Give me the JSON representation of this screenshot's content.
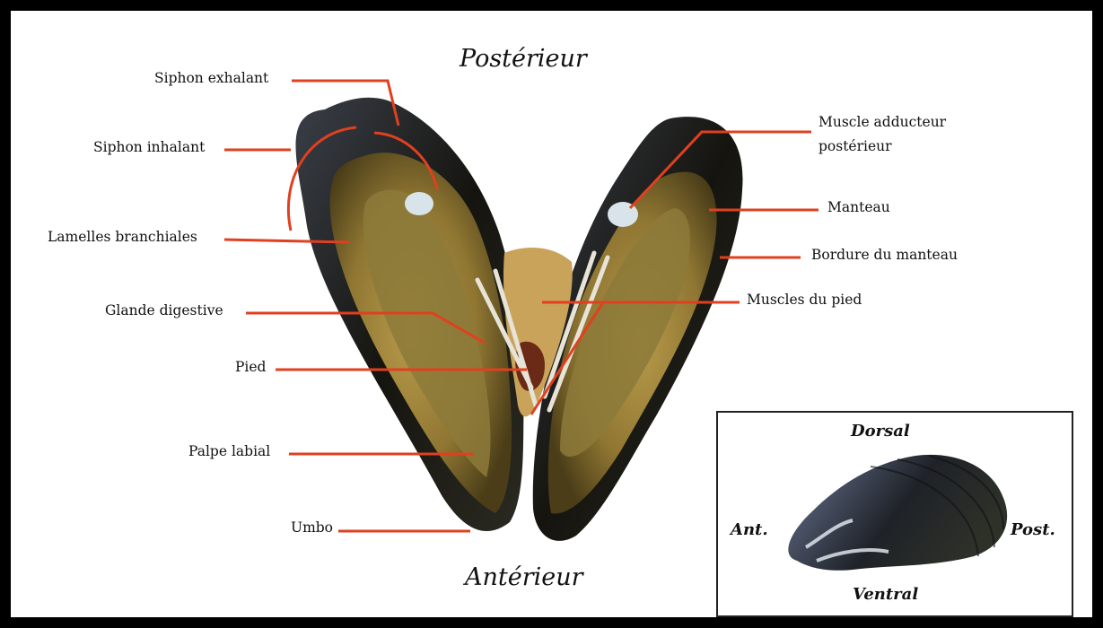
{
  "titles": {
    "top": "Postérieur",
    "bottom": "Antérieur"
  },
  "labels": {
    "siphon_exhalant": "Siphon exhalant",
    "siphon_inhalant": "Siphon inhalant",
    "lamelles_branchiales": "Lamelles branchiales",
    "glande_digestive": "Glande digestive",
    "pied": "Pied",
    "palpe_labial": "Palpe labial",
    "umbo": "Umbo",
    "muscle_adducteur_line1": "Muscle adducteur",
    "muscle_adducteur_line2": "postérieur",
    "manteau": "Manteau",
    "bordure_du_manteau": "Bordure du manteau",
    "muscles_du_pied": "Muscles du pied"
  },
  "inset": {
    "dorsal": "Dorsal",
    "ventral": "Ventral",
    "ant": "Ant.",
    "post": "Post."
  },
  "colors": {
    "leader_line": "#e0401f",
    "frame": "#000000",
    "shell_dark": "#1b1a14",
    "flesh": "#a88a3c",
    "gill": "#8a7a40",
    "shell_blue": "#7f93b8"
  }
}
